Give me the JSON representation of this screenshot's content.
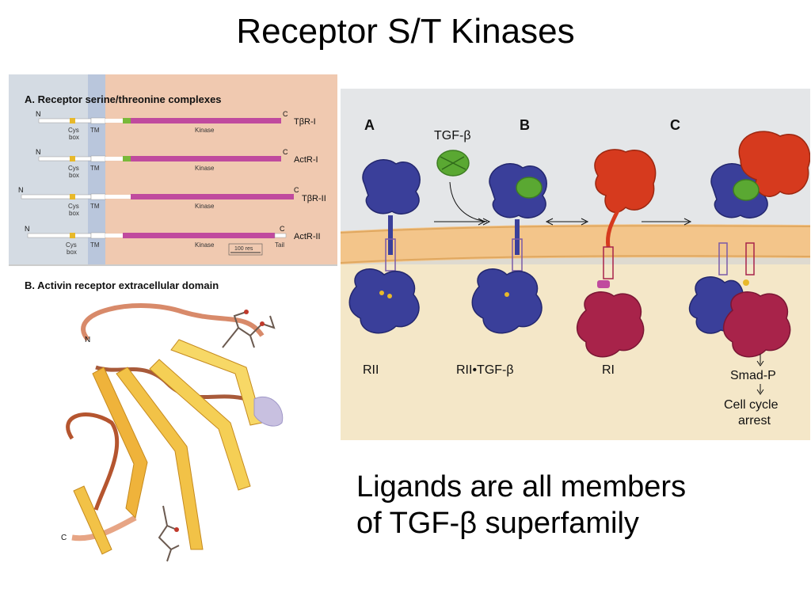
{
  "slide": {
    "title": "Receptor S/T Kinases",
    "caption_line1": "Ligands are all members",
    "caption_line2": "of TGF-β superfamily"
  },
  "panel_a": {
    "heading": "A. Receptor serine/threonine complexes",
    "rows": [
      {
        "name": "TβR-I",
        "n": "N",
        "c": "C",
        "cys": "Cys",
        "box": "box",
        "tm": "TM",
        "kinase": "Kinase"
      },
      {
        "name": "ActR-I",
        "n": "N",
        "c": "C",
        "cys": "Cys",
        "box": "box",
        "tm": "TM",
        "kinase": "Kinase"
      },
      {
        "name": "TβR-II",
        "n": "N",
        "c": "C",
        "cys": "Cys",
        "box": "box",
        "tm": "TM",
        "kinase": "Kinase"
      },
      {
        "name": "ActR-II",
        "n": "N",
        "c": "C",
        "cys": "Cys",
        "box": "box",
        "tm": "TM",
        "kinase": "Kinase",
        "tail": "Tail"
      }
    ],
    "scale_label": "100 res"
  },
  "panel_b": {
    "heading": "B. Activin receptor extracellular domain",
    "n_label": "N",
    "c_label": "C"
  },
  "panel_right": {
    "label_a": "A",
    "label_b": "B",
    "label_c": "C",
    "ligand": "TGF-β",
    "rii": "RII",
    "rii_tgf": "RII•TGF-β",
    "ri": "RI",
    "smad": "Smad-P",
    "arrest_line1": "Cell cycle",
    "arrest_line2": "arrest"
  },
  "colors": {
    "rii_blue": "#3a3f9a",
    "ri_red": "#d63a1e",
    "kinase_crimson": "#a8234a",
    "ligand_green": "#5aa832",
    "kinase_bar": "#c04a9e",
    "membrane": "#f3c58a"
  }
}
